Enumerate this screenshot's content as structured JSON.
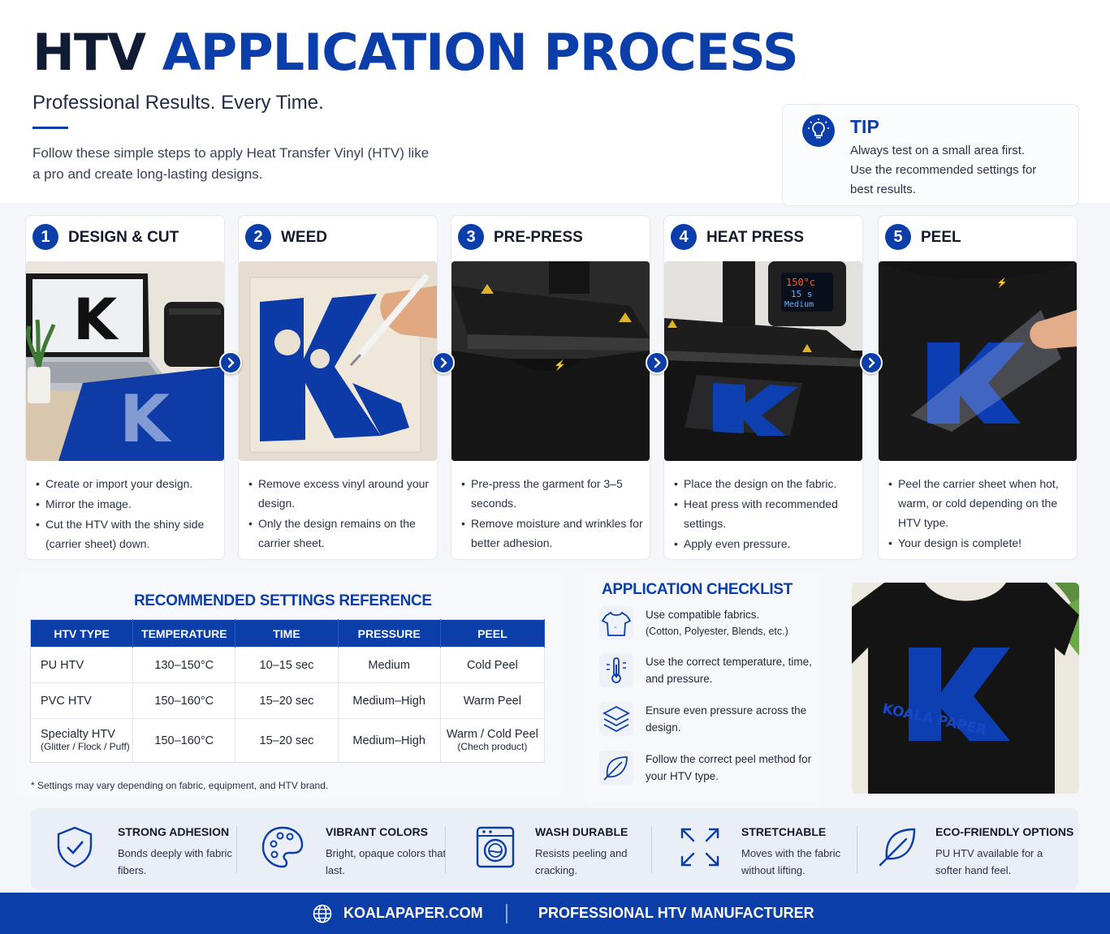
{
  "header": {
    "title_part1": "HTV",
    "title_part2": "APPLICATION PROCESS",
    "subtitle": "Professional Results. Every Time.",
    "intro": "Follow these simple steps to apply Heat Transfer Vinyl (HTV) like a pro and create long-lasting designs."
  },
  "tip": {
    "title": "TIP",
    "line1": "Always test on a small area first.",
    "line2": "Use the recommended settings for best results."
  },
  "steps": [
    {
      "num": "1",
      "title": "DESIGN & CUT",
      "items": [
        "Create or import your design.",
        "Mirror the image.",
        "Cut the HTV with the shiny side (carrier sheet) down."
      ]
    },
    {
      "num": "2",
      "title": "WEED",
      "items": [
        "Remove excess vinyl around your design.",
        "Only the design remains on the carrier sheet."
      ]
    },
    {
      "num": "3",
      "title": "PRE-PRESS",
      "items": [
        "Pre-press the garment for 3–5 seconds.",
        "Remove moisture and wrinkles for better adhesion."
      ]
    },
    {
      "num": "4",
      "title": "HEAT PRESS",
      "items": [
        "Place the design on the fabric.",
        "Heat press with recommended settings.",
        "Apply even pressure."
      ]
    },
    {
      "num": "5",
      "title": "PEEL",
      "items": [
        "Peel the carrier sheet when hot, warm, or cold depending on the HTV type.",
        "Your design is complete!"
      ]
    }
  ],
  "images": {
    "laptop_letter": "K",
    "press_display_temp": "150°c",
    "press_display_time": "15 s",
    "press_display_pressure": "Medium",
    "shirt_brand": "KOALA PAPER"
  },
  "settings": {
    "title": "RECOMMENDED SETTINGS REFERENCE",
    "headers": [
      "HTV TYPE",
      "TEMPERATURE",
      "TIME",
      "PRESSURE",
      "PEEL"
    ],
    "rows": [
      {
        "type": "PU HTV",
        "type_sub": "",
        "temp": "130–150°C",
        "time": "10–15 sec",
        "pressure": "Medium",
        "peel": "Cold Peel",
        "peel_sub": ""
      },
      {
        "type": "PVC HTV",
        "type_sub": "",
        "temp": "150–160°C",
        "time": "15–20 sec",
        "pressure": "Medium–High",
        "peel": "Warm Peel",
        "peel_sub": ""
      },
      {
        "type": "Specialty HTV",
        "type_sub": "(Glitter / Flock / Puff)",
        "temp": "150–160°C",
        "time": "15–20 sec",
        "pressure": "Medium–High",
        "peel": "Warm / Cold Peel",
        "peel_sub": "(Chech product)"
      }
    ],
    "footnote": "* Settings may vary depending on fabric, equipment, and HTV brand."
  },
  "checklist": {
    "title": "APPLICATION CHECKLIST",
    "items": [
      {
        "icon": "tshirt-icon",
        "text": "Use compatible fabrics.",
        "sub": "(Cotton, Polyester, Blends, etc.)"
      },
      {
        "icon": "thermometer-icon",
        "text": "Use the correct temperature, time, and pressure.",
        "sub": ""
      },
      {
        "icon": "layers-icon",
        "text": "Ensure even pressure across the design.",
        "sub": ""
      },
      {
        "icon": "leaf-icon",
        "text": "Follow the correct peel method for your HTV type.",
        "sub": ""
      }
    ]
  },
  "features": [
    {
      "icon": "shield-check-icon",
      "title": "STRONG ADHESION",
      "text": "Bonds deeply with fabric fibers."
    },
    {
      "icon": "palette-icon",
      "title": "VIBRANT COLORS",
      "text": "Bright, opaque colors that last."
    },
    {
      "icon": "washing-machine-icon",
      "title": "WASH DURABLE",
      "text": "Resists peeling and cracking."
    },
    {
      "icon": "expand-arrows-icon",
      "title": "STRETCHABLE",
      "text": "Moves with the fabric without lifting."
    },
    {
      "icon": "leaf-icon",
      "title": "ECO-FRIENDLY OPTIONS",
      "text": "PU HTV available for a softer hand feel."
    }
  ],
  "footer": {
    "url": "KOALAPAPER.COM",
    "tagline": "PROFESSIONAL HTV MANUFACTURER"
  },
  "colors": {
    "brand_blue": "#0b3ea8",
    "dark_text": "#131a2b",
    "shirt_black": "#141414"
  }
}
